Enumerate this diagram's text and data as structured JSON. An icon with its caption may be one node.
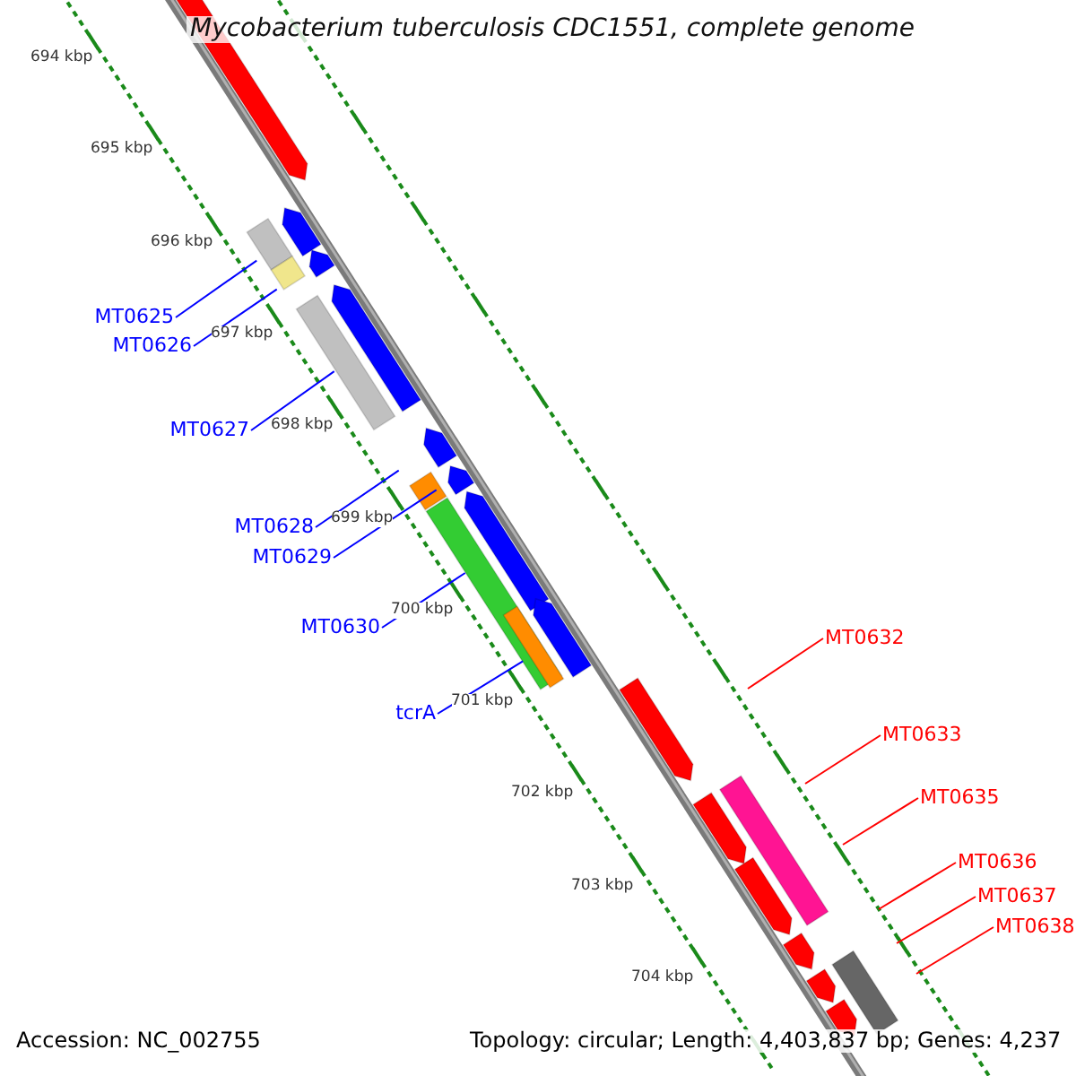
{
  "diagram": {
    "title": "Mycobacterium tuberculosis CDC1551, complete genome",
    "nodes": [
      {
        "text": [
          "MT0625"
        ]
      },
      {
        "text": [
          "MT0626"
        ]
      },
      {
        "text": [
          "MT0627"
        ]
      },
      {
        "text": [
          "MT0628"
        ]
      },
      {
        "text": [
          "MT0629"
        ]
      },
      {
        "text": [
          "MT0630"
        ]
      },
      {
        "text": [
          "tcrA"
        ]
      },
      {
        "text": [
          "MT0632"
        ]
      },
      {
        "text": [
          "MT0633"
        ]
      },
      {
        "text": [
          "MT0635"
        ]
      },
      {
        "text": [
          "MT0636"
        ]
      },
      {
        "text": [
          "MT0637"
        ]
      },
      {
        "text": [
          "MT0638"
        ]
      }
    ],
    "edges": [
      {
        "from": 0,
        "to": null,
        "arrow": "none"
      },
      {
        "from": 1,
        "to": null,
        "arrow": "none"
      },
      {
        "from": 2,
        "to": null,
        "arrow": "none"
      },
      {
        "from": 3,
        "to": null,
        "arrow": "none"
      },
      {
        "from": 4,
        "to": null,
        "arrow": "none"
      },
      {
        "from": 5,
        "to": null,
        "arrow": "none"
      },
      {
        "from": 6,
        "to": null,
        "arrow": "none"
      },
      {
        "from": 7,
        "to": null,
        "arrow": "none",
        "color": "#ff0000"
      },
      {
        "from": 8,
        "to": null,
        "arrow": "none",
        "color": "#ff0000"
      },
      {
        "from": 9,
        "to": null,
        "arrow": "none",
        "color": "#ff0000"
      },
      {
        "from": 10,
        "to": null,
        "arrow": "none",
        "color": "#ff0000"
      },
      {
        "from": 11,
        "to": null,
        "arrow": "none",
        "color": "#ff0000"
      },
      {
        "from": 12,
        "to": null,
        "arrow": "none",
        "color": "#ff0000"
      }
    ],
    "labels": [
      "694 kbp",
      "695 kbp",
      "696 kbp",
      "697 kbp",
      "698 kbp",
      "699 kbp",
      "700 kbp",
      "701 kbp",
      "702 kbp",
      "703 kbp",
      "704 kbp",
      "Accession: NC_002755",
      "Topology: circular; Length: 4,403,837 bp; Genes: 4,237"
    ]
  }
}
